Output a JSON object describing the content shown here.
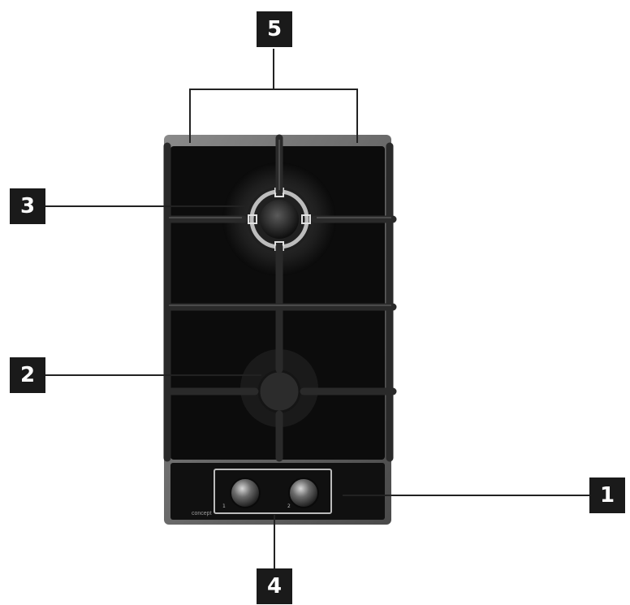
{
  "callouts": {
    "c1": "1",
    "c2": "2",
    "c3": "3",
    "c4": "4",
    "c5": "5"
  },
  "brand": "concept",
  "knob_marks": {
    "left": "1",
    "right": "2"
  },
  "colors": {
    "glass": "#0c0c0c",
    "frame": "#6e6e6e",
    "grate": "#2a2a2a",
    "callout_bg": "#1a1a1a",
    "callout_text": "#ffffff",
    "leader": "#222222"
  }
}
